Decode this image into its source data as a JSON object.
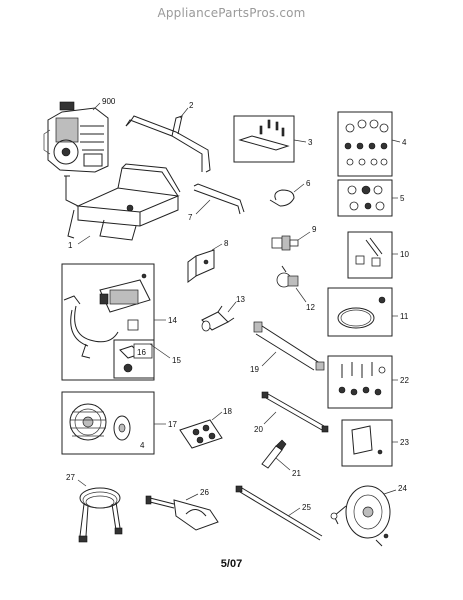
{
  "watermark": "AppliancePartsPros.com",
  "footer_code": "5/07",
  "callouts": {
    "p900": "900",
    "p1": "1",
    "p2": "2",
    "p3": "3",
    "p4": "4",
    "p5": "5",
    "p6": "6",
    "p7": "7",
    "p8": "8",
    "p9": "9",
    "p10": "10",
    "p11": "11",
    "p12": "12",
    "p13": "13",
    "p14": "14",
    "p15": "15",
    "p16": "16",
    "p17": "17",
    "p18": "18",
    "p19": "19",
    "p20": "20",
    "p21": "21",
    "p22": "22",
    "p23": "23",
    "p24": "24",
    "p25": "25",
    "p26": "26",
    "p27": "27",
    "p17_sub": "4"
  }
}
